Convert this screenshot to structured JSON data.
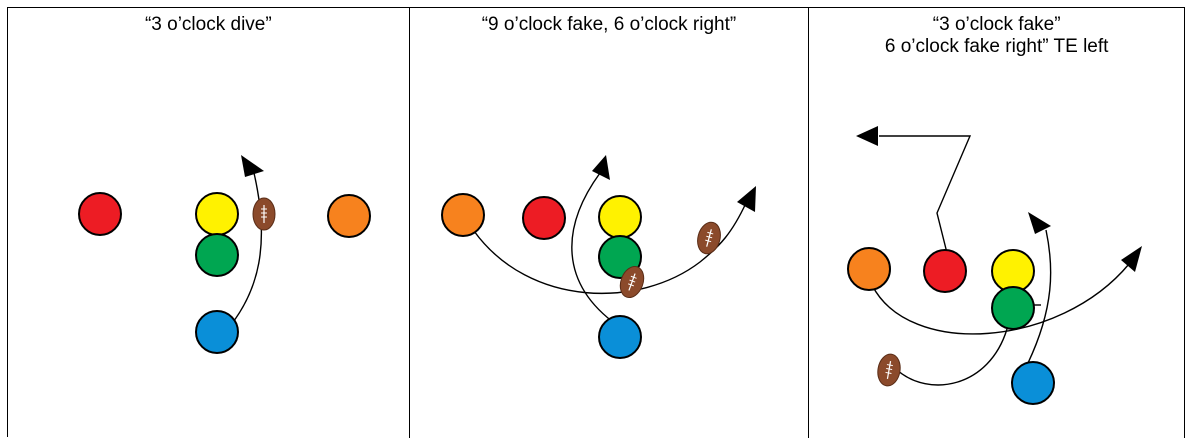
{
  "panels": [
    {
      "caption_lines": [
        "“3 o’clock dive”"
      ]
    },
    {
      "caption_lines": [
        "“9 o’clock fake, 6 o’clock right”"
      ]
    },
    {
      "caption_lines": [
        "“3 o’clock fake”",
        "6 o’clock fake right” TE left"
      ]
    }
  ],
  "colors": {
    "red": "#ed1c24",
    "yellow": "#fff200",
    "green": "#00a651",
    "blue": "#0a8fd8",
    "orange": "#f7821e",
    "football": "#8b4a2b",
    "lace": "#ffffff"
  }
}
